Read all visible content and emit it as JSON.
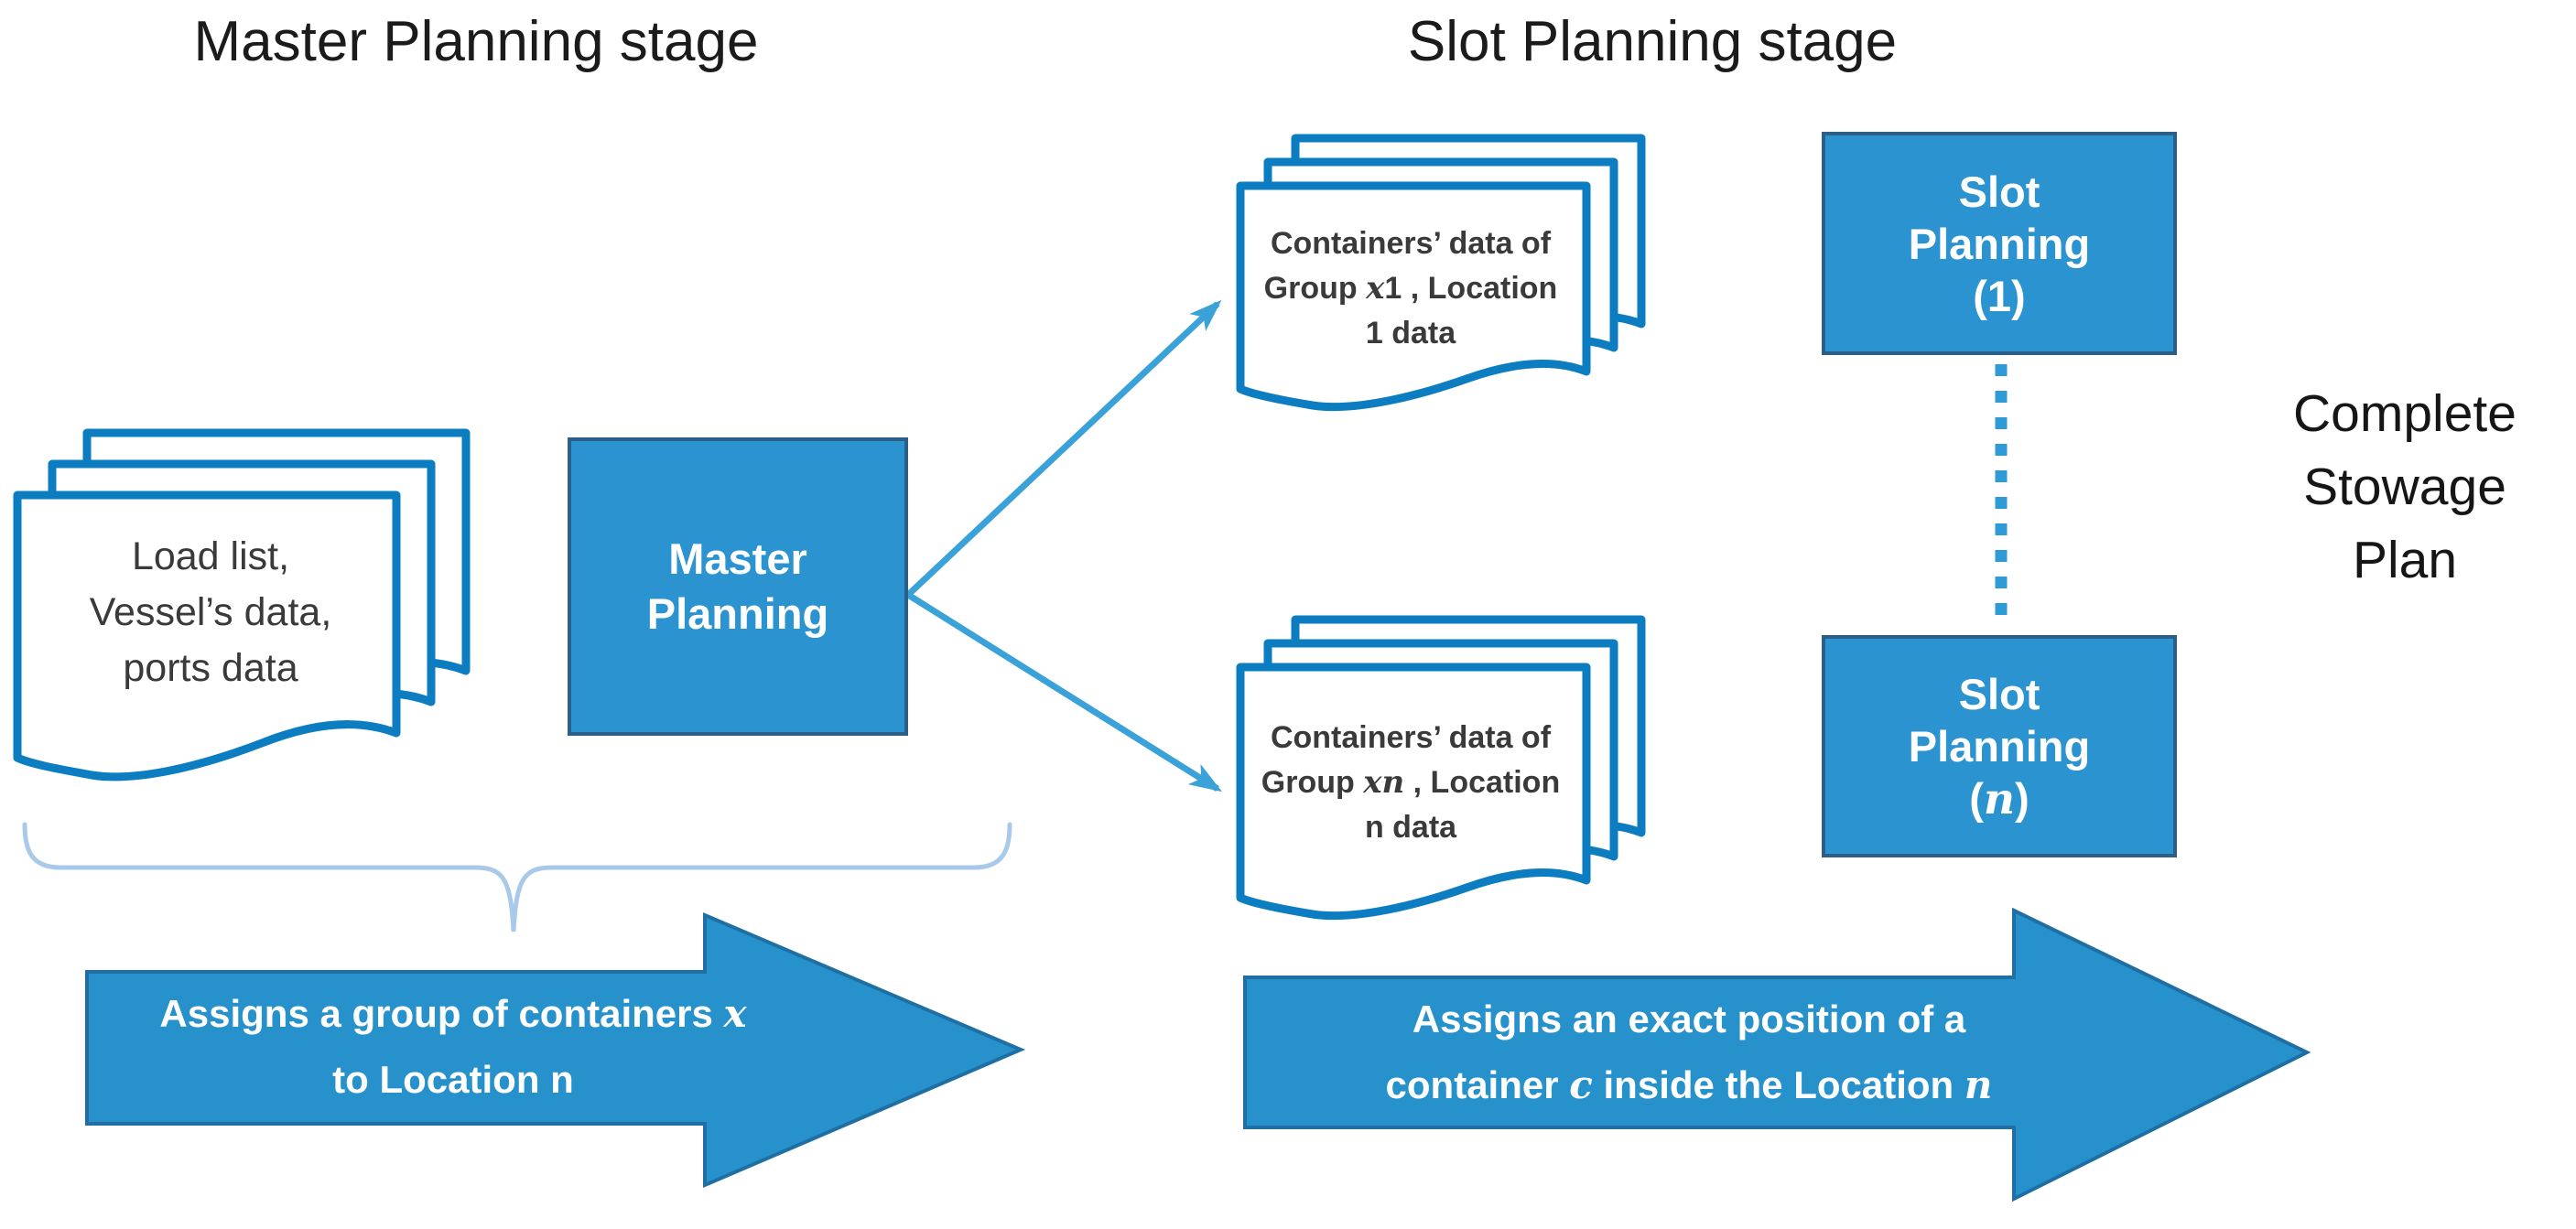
{
  "titles": {
    "master_stage": "Master Planning stage",
    "slot_stage": "Slot Planning stage"
  },
  "complete_plan": {
    "line1": "Complete",
    "line2": "Stowage",
    "line3": "Plan"
  },
  "boxes": {
    "master": {
      "line1": "Master",
      "line2": "Planning"
    },
    "slot1": {
      "line1": "Slot",
      "line2": "Planning",
      "line3": "(1)"
    },
    "slotn": {
      "line1": "Slot",
      "line2": "Planning",
      "open": "(",
      "var": "n",
      "close": ")"
    }
  },
  "docs": {
    "input": {
      "line1": "Load list,",
      "line2": "Vessel’s data,",
      "line3": "ports data"
    },
    "group1": {
      "line1": "Containers’ data of",
      "line2_pre": "Group ",
      "line2_var": "x",
      "line2_num": "1",
      "line2_post": " , Location",
      "line3": "1 data"
    },
    "groupn": {
      "line1": "Containers’ data of",
      "line2_pre": "Group ",
      "line2_var": "xn",
      "line2_post": " , Location",
      "line3": "n data"
    }
  },
  "big_arrows": {
    "master": {
      "line1_pre": "Assigns a group of containers ",
      "line1_var": "x",
      "line2": "to Location n"
    },
    "slot": {
      "line1": "Assigns an exact position of a",
      "line2_pre": "container ",
      "line2_var1": "c",
      "line2_mid": " inside the Location ",
      "line2_var2": "n"
    }
  },
  "colors": {
    "box_fill": "#2a93d0",
    "box_border": "#2c5f88",
    "doc_outline": "#0d7dc2",
    "connector_blue": "#3ba1d9",
    "brace_blue": "#a8c9e9",
    "big_arrow_fill": "#2791cc",
    "big_arrow_border": "#1f6fa4",
    "title_text": "#1b1b1b",
    "doc_text": "#3a3a3a",
    "label_white": "#ffffff"
  }
}
